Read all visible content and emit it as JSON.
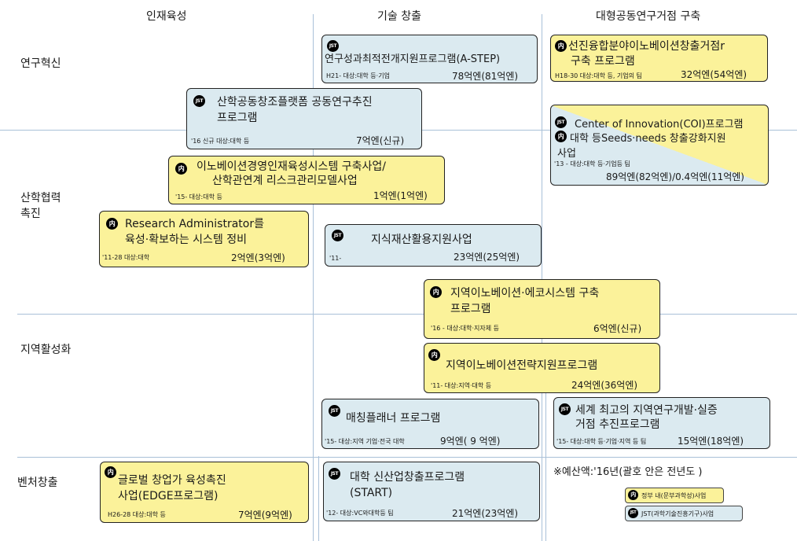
{
  "columns": [
    "인재육성",
    "기술 창출",
    "대형공동연구거점 구축"
  ],
  "rows": [
    "연구혁신",
    "산학협력\n촉진",
    "지역활성화",
    "벤처창출"
  ],
  "badges": {
    "jst": "JST",
    "internal": "内"
  },
  "colors": {
    "cabinet": "#fbf29a",
    "jst": "#dbeaf0",
    "grid": "#a9c0d8",
    "badge": "#000000"
  },
  "programs": [
    {
      "id": "astep",
      "badge": "JST",
      "line1": "연구성과최적전개지원프로그램(A-STEP)",
      "line2": "",
      "meta": "H21-  대상:대학 등·기업",
      "amount": "78억엔(81억엔)"
    },
    {
      "id": "innovation-hub",
      "badge": "内",
      "line1": "선진융합분야이노베이션창출거점r",
      "line2": "구축 프로그램",
      "meta": "H18-30  대상:대학 등, 기업의 팀",
      "amount": "32억엔(54억엔)"
    },
    {
      "id": "opera",
      "badge": "JST",
      "line1": "산학공동창조플랫폼 공동연구추진",
      "line2": "프로그램",
      "meta": "'16 신규 대상:대학 등",
      "amount": "7억엔(신규)"
    },
    {
      "id": "coi",
      "badge": "JST",
      "badge2": "内",
      "line1": "Center of Innovation(COI)프로그램",
      "line2": "대학 등Seeds·needs 창출강화지원",
      "line3": "사업",
      "meta": "'13 - 대상:대학 등·기업등 팀",
      "amount": "89억엔(82억엔)/0.4억엔(11억엔)"
    },
    {
      "id": "innovation-mgmt",
      "badge": "内",
      "line1": "이노베이션경영인재육성시스템 구축사업/",
      "line2": "산학관연계 리스크관리모델사업",
      "meta": "'15-      대상:대학 등",
      "amount": "1억엔(1억엔)"
    },
    {
      "id": "ura",
      "badge": "内",
      "line1": "Research Administrator를",
      "line2": "육성·확보하는 시스템 정비",
      "meta": "'11-28  대상:대학",
      "amount": "2억엔(3억엔)"
    },
    {
      "id": "ip",
      "badge": "JST",
      "line1": "지식재산활용지원사업",
      "line2": "",
      "meta": "'11-",
      "amount": "23억엔(25억엔)"
    },
    {
      "id": "ecosystem",
      "badge": "内",
      "line1": "지역이노베이션·에코시스템 구축",
      "line2": "프로그램",
      "meta": "'16 - 대상:대학·지자체 등",
      "amount": "6억엔(신규)"
    },
    {
      "id": "regional-strategy",
      "badge": "内",
      "line1": "지역이노베이션전략지원프로그램",
      "line2": "",
      "meta": "'11-  대상:지역·대학 등",
      "amount": "24억엔(36억엔)"
    },
    {
      "id": "matching",
      "badge": "JST",
      "line1": "매칭플래너 프로그램",
      "line2": "",
      "meta": "'15-  대상:지역 기업·전국 대학",
      "amount": "9억엔( 9 억엔)"
    },
    {
      "id": "world-regional",
      "badge": "JST",
      "line1": "세계 최고의 지역연구개발·실증",
      "line2": "거점 추진프로그램",
      "meta": "'15-  대상:대학 등·기업·지역 등 팀",
      "amount": "15억엔(18억엔)"
    },
    {
      "id": "edge",
      "badge": "内",
      "line1": "글로벌 창업가 육성촉진",
      "line2": "사업(EDGE프로그램)",
      "meta": "H26-28  대상:대학 등",
      "amount": "7억엔(9억엔)"
    },
    {
      "id": "start",
      "badge": "JST",
      "line1": "대학 신산업창출프로그램",
      "line2": "(START)",
      "meta": "'12-  대상:VC와대학등 팀",
      "amount": "21억엔(23억엔)"
    }
  ],
  "note": "※예산액:'16년(괄호 안은 전년도 )",
  "legend": [
    {
      "badge": "内",
      "label": "정부 내(문부과학성)사업"
    },
    {
      "badge": "JST",
      "label": "JST(과학기술진흥기구)사업"
    }
  ]
}
